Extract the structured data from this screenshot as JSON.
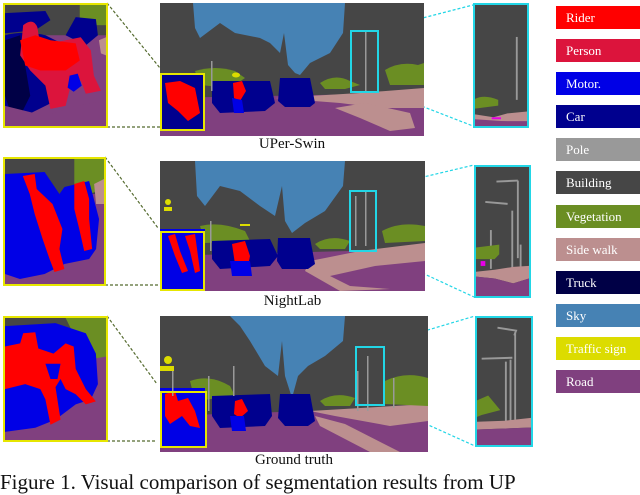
{
  "figure": {
    "rows": [
      {
        "caption": "UPer-Swin",
        "method": "UPer-Swin"
      },
      {
        "caption": "NightLab",
        "method": "NightLab"
      },
      {
        "caption": "Ground truth",
        "method": "Ground truth"
      }
    ],
    "figure_caption_partial": "Figure 1. Visual comparison of segmentation results from UP"
  },
  "legend": {
    "items": [
      {
        "label": "Rider",
        "color": "#ff0000"
      },
      {
        "label": "Person",
        "color": "#dc143c"
      },
      {
        "label": "Motor.",
        "color": "#0000e6"
      },
      {
        "label": "Car",
        "color": "#00008e"
      },
      {
        "label": "Pole",
        "color": "#999999"
      },
      {
        "label": "Building",
        "color": "#464646"
      },
      {
        "label": "Vegetation",
        "color": "#6b8e23"
      },
      {
        "label": "Side walk",
        "color": "#bc8f8f"
      },
      {
        "label": "Truck",
        "color": "#000046"
      },
      {
        "label": "Sky",
        "color": "#4682b4"
      },
      {
        "label": "Traffic sign",
        "color": "#dcdc00"
      },
      {
        "label": "Road",
        "color": "#80407f"
      }
    ]
  },
  "colors": {
    "left_zoom_border": "#e6e600",
    "right_zoom_border": "#22d6e6",
    "left_connector": "#556b2f",
    "right_connector": "#22d6e6"
  }
}
